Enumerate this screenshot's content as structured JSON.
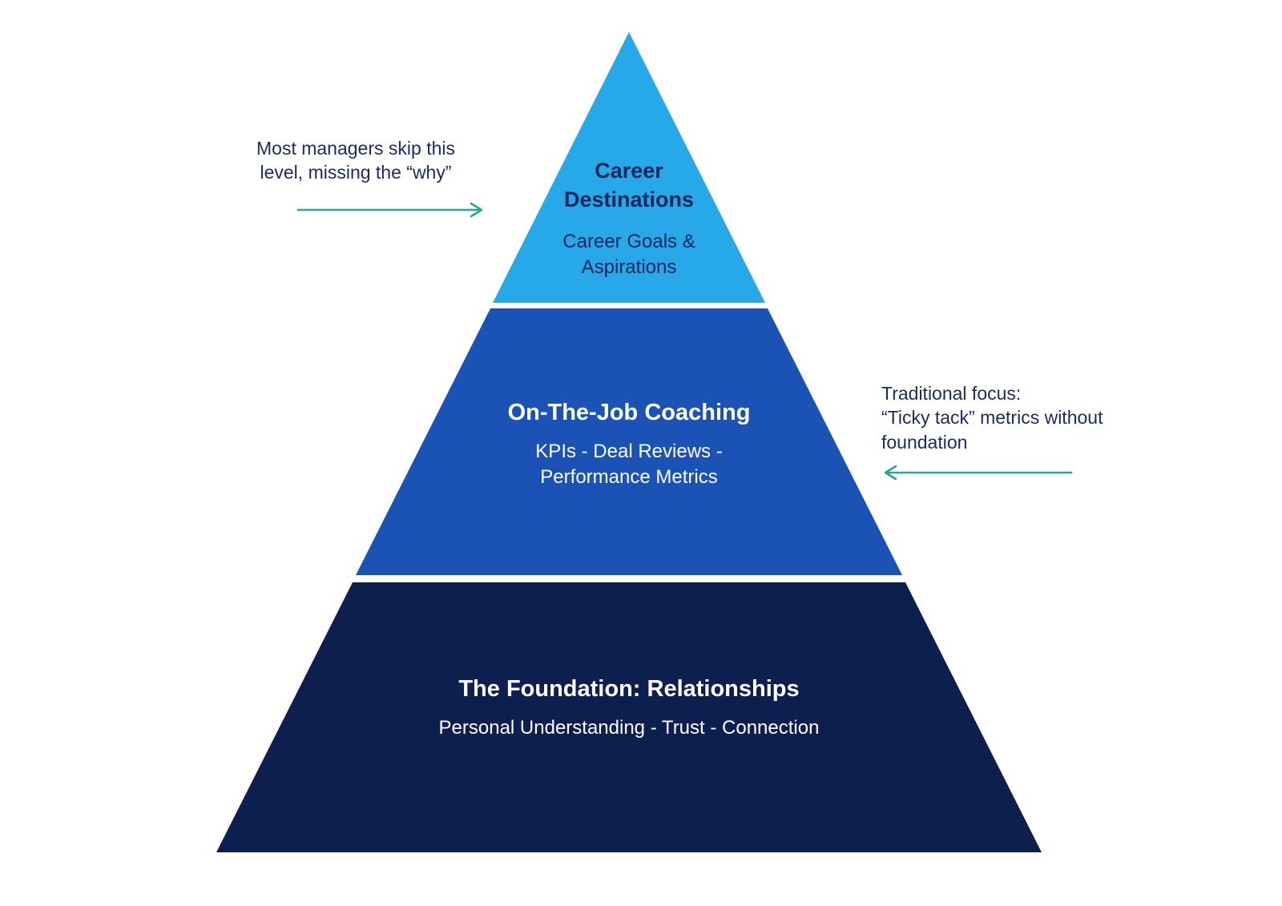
{
  "diagram": {
    "background_color": "#FFFFFF",
    "arrow_color": "#2AA48C",
    "annotation_text_color": "#1B2B5E",
    "levels": [
      {
        "name": "top",
        "title": "Career\nDestinations",
        "subtitle": "Career Goals &\nAspirations",
        "color": "#27A9E9",
        "text_color": "#13265B"
      },
      {
        "name": "middle",
        "title": "On-The-Job Coaching",
        "subtitle": "KPIs - Deal Reviews -\nPerformance Metrics",
        "color": "#1B52B5",
        "text_color": "#FFFFFF"
      },
      {
        "name": "bottom",
        "title": "The Foundation: Relationships",
        "subtitle": "Personal Understanding - Trust - Connection",
        "color": "#0D1F4F",
        "text_color": "#FFFFFF"
      }
    ],
    "annotations": {
      "left": {
        "text": "Most managers skip this\nlevel, missing the “why”"
      },
      "right": {
        "text": "Traditional focus:\n“Ticky tack” metrics without\nfoundation"
      }
    }
  }
}
